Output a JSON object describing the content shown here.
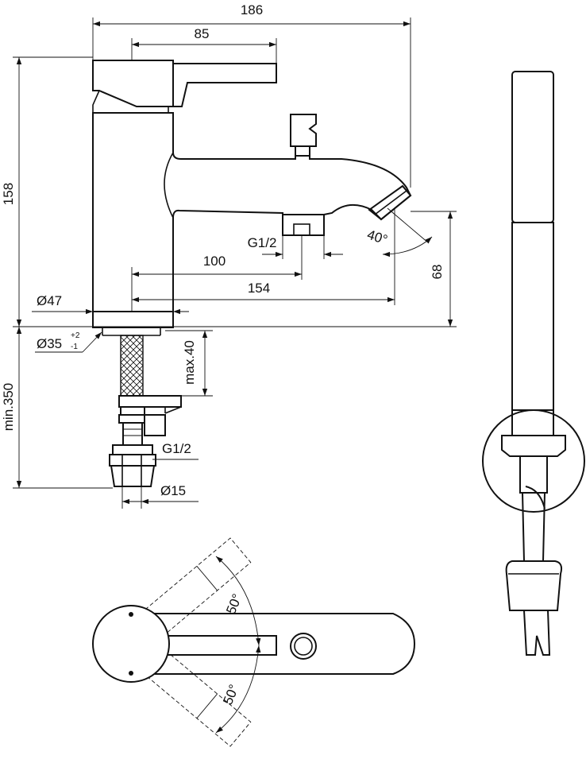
{
  "dimensions": {
    "overall_length": "186",
    "handle_offset": "85",
    "height": "158",
    "outlet_thread": "G1/2",
    "outlet_distance": "100",
    "spout_projection": "154",
    "body_diameter": "Ø47",
    "spout_height": "68",
    "hole_diameter": "Ø35",
    "hole_tol_plus": "+2",
    "hole_tol_minus": "-1",
    "max_deck": "max.40",
    "min_hose": "min.350",
    "inlet_thread": "G1/2",
    "inlet_diameter": "Ø15",
    "spout_angle": "40°",
    "lever_angle_top": "50°",
    "lever_angle_bottom": "50°"
  }
}
